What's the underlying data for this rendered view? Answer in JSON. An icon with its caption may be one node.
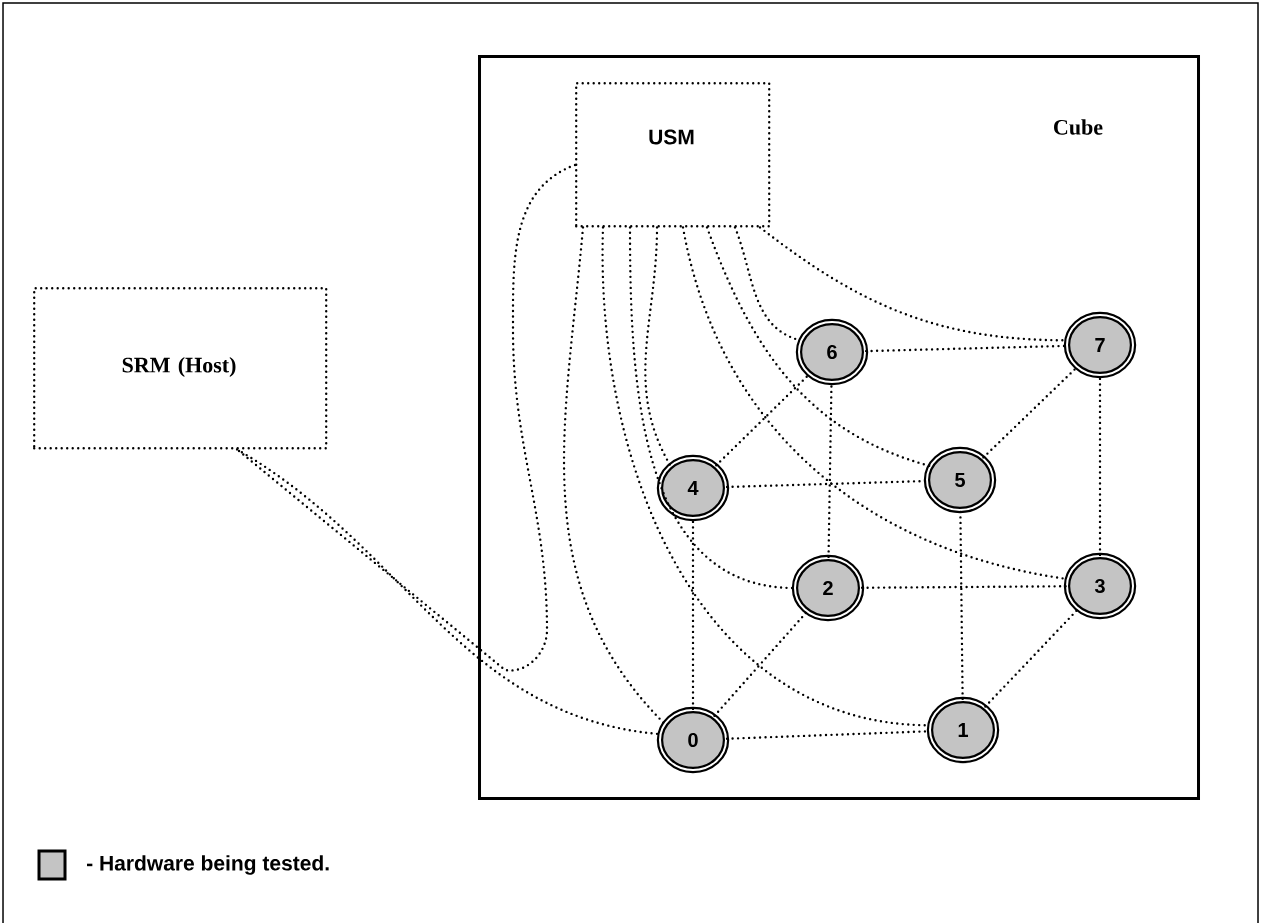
{
  "diagram": {
    "nodes": [
      {
        "text": [
          "Cube"
        ]
      },
      {
        "text": [
          "USM"
        ],
        "in": 0
      },
      {
        "text": [
          "SRM (Host)"
        ]
      },
      {
        "text": [
          "0"
        ],
        "in": 0
      },
      {
        "text": [
          "1"
        ],
        "in": 0
      },
      {
        "text": [
          "2"
        ],
        "in": 0
      },
      {
        "text": [
          "3"
        ],
        "in": 0
      },
      {
        "text": [
          "4"
        ],
        "in": 0
      },
      {
        "text": [
          "5"
        ],
        "in": 0
      },
      {
        "text": [
          "6"
        ],
        "in": 0
      },
      {
        "text": [
          "7"
        ],
        "in": 0
      }
    ],
    "edges": [
      {
        "from": 3,
        "to": 4,
        "arrow": "none"
      },
      {
        "from": 3,
        "to": 5,
        "arrow": "none"
      },
      {
        "from": 3,
        "to": 7,
        "arrow": "none"
      },
      {
        "from": 4,
        "to": 6,
        "arrow": "none"
      },
      {
        "from": 4,
        "to": 8,
        "arrow": "none"
      },
      {
        "from": 5,
        "to": 6,
        "arrow": "none"
      },
      {
        "from": 5,
        "to": 9,
        "arrow": "none"
      },
      {
        "from": 6,
        "to": 10,
        "arrow": "none"
      },
      {
        "from": 7,
        "to": 8,
        "arrow": "none"
      },
      {
        "from": 7,
        "to": 9,
        "arrow": "none"
      },
      {
        "from": 8,
        "to": 10,
        "arrow": "none"
      },
      {
        "from": 9,
        "to": 10,
        "arrow": "none"
      },
      {
        "from": 1,
        "to": 3,
        "arrow": "none"
      },
      {
        "from": 1,
        "to": 4,
        "arrow": "none"
      },
      {
        "from": 1,
        "to": 5,
        "arrow": "none"
      },
      {
        "from": 1,
        "to": 7,
        "arrow": "none"
      },
      {
        "from": 1,
        "to": 6,
        "arrow": "none"
      },
      {
        "from": 1,
        "to": 8,
        "arrow": "none"
      },
      {
        "from": 1,
        "to": 9,
        "arrow": "none"
      },
      {
        "from": 1,
        "to": 10,
        "arrow": "none"
      },
      {
        "from": 1,
        "to": 2,
        "arrow": "none"
      },
      {
        "from": 2,
        "to": 3,
        "arrow": "none"
      }
    ],
    "legend": [
      {
        "text": "- Hardware being tested.",
        "color": "#c4c4c4"
      }
    ]
  }
}
